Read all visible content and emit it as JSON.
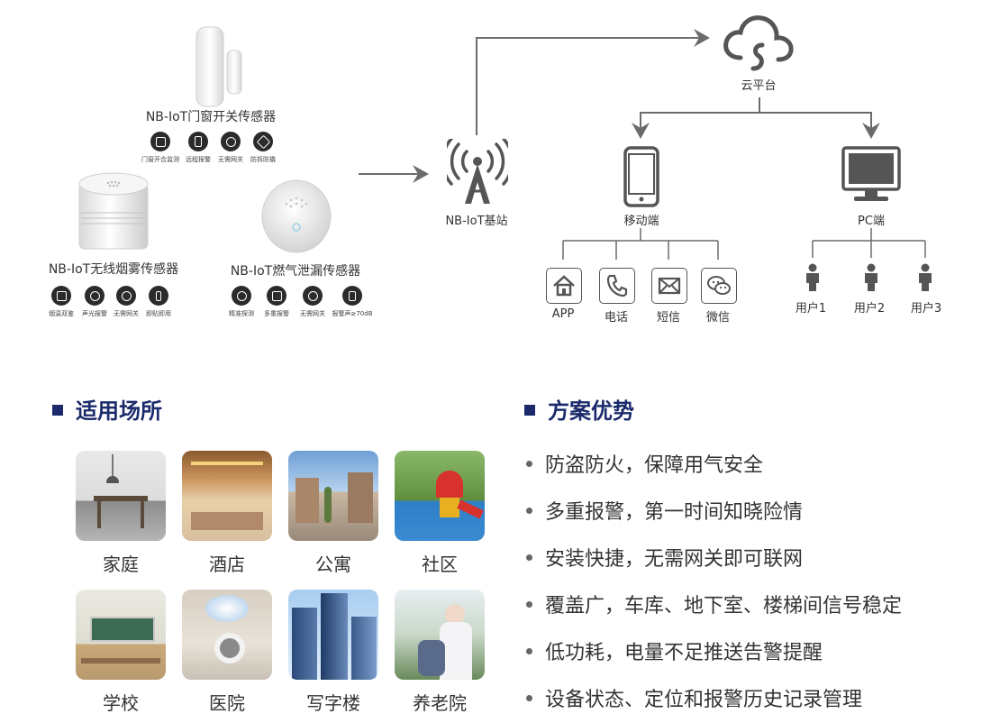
{
  "sensors": {
    "door": {
      "title": "NB-IoT门窗开关传感器",
      "features": [
        {
          "icon": "door-window-icon",
          "label": "门窗开合监测"
        },
        {
          "icon": "phone-alarm-icon",
          "label": "远程报警"
        },
        {
          "icon": "no-gateway-icon",
          "label": "无需网关"
        },
        {
          "icon": "tamper-icon",
          "label": "防拆防撬"
        }
      ]
    },
    "smoke": {
      "title": "NB-IoT无线烟雾传感器",
      "features": [
        {
          "icon": "dual-sensor-icon",
          "label": "烟温双鉴"
        },
        {
          "icon": "sound-light-icon",
          "label": "声光报警"
        },
        {
          "icon": "no-gateway-icon",
          "label": "无需网关"
        },
        {
          "icon": "stick-icon",
          "label": "即贴即用"
        }
      ]
    },
    "gas": {
      "title": "NB-IoT燃气泄漏传感器",
      "features": [
        {
          "icon": "precise-detect-icon",
          "label": "精准探测"
        },
        {
          "icon": "multi-alarm-icon",
          "label": "多重报警"
        },
        {
          "icon": "no-gateway-icon",
          "label": "无需网关"
        },
        {
          "icon": "volume-icon",
          "label": "报警声≥70dB"
        }
      ]
    }
  },
  "network": {
    "base_station": "NB-IoT基站",
    "cloud": "云平台",
    "mobile": "移动端",
    "pc": "PC端",
    "mobile_channels": [
      {
        "icon": "app-home-icon",
        "label": "APP"
      },
      {
        "icon": "phone-icon",
        "label": "电话"
      },
      {
        "icon": "sms-icon",
        "label": "短信"
      },
      {
        "icon": "wechat-icon",
        "label": "微信"
      }
    ],
    "pc_users": [
      "用户1",
      "用户2",
      "用户3"
    ]
  },
  "places": {
    "title": "适用场所",
    "items": [
      "家庭",
      "酒店",
      "公寓",
      "社区",
      "学校",
      "医院",
      "写字楼",
      "养老院"
    ]
  },
  "advantages": {
    "title": "方案优势",
    "items": [
      "防盗防火，保障用气安全",
      "多重报警，第一时间知晓险情",
      "安装快捷，无需网关即可联网",
      "覆盖广，车库、地下室、楼梯间信号稳定",
      "低功耗，电量不足推送告警提醒",
      "设备状态、定位和报警历史记录管理"
    ]
  },
  "colors": {
    "accent": "#1b2a6b",
    "line": "#6b6b6b",
    "icon": "#555555"
  }
}
